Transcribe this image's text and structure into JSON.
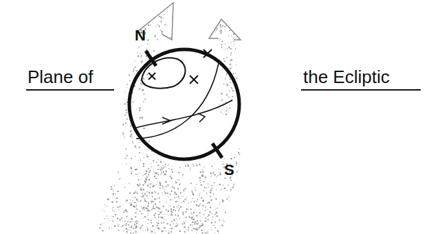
{
  "diagram": {
    "labels": [
      "Plane of",
      "the Ecliptic",
      "N",
      "S"
    ]
  }
}
